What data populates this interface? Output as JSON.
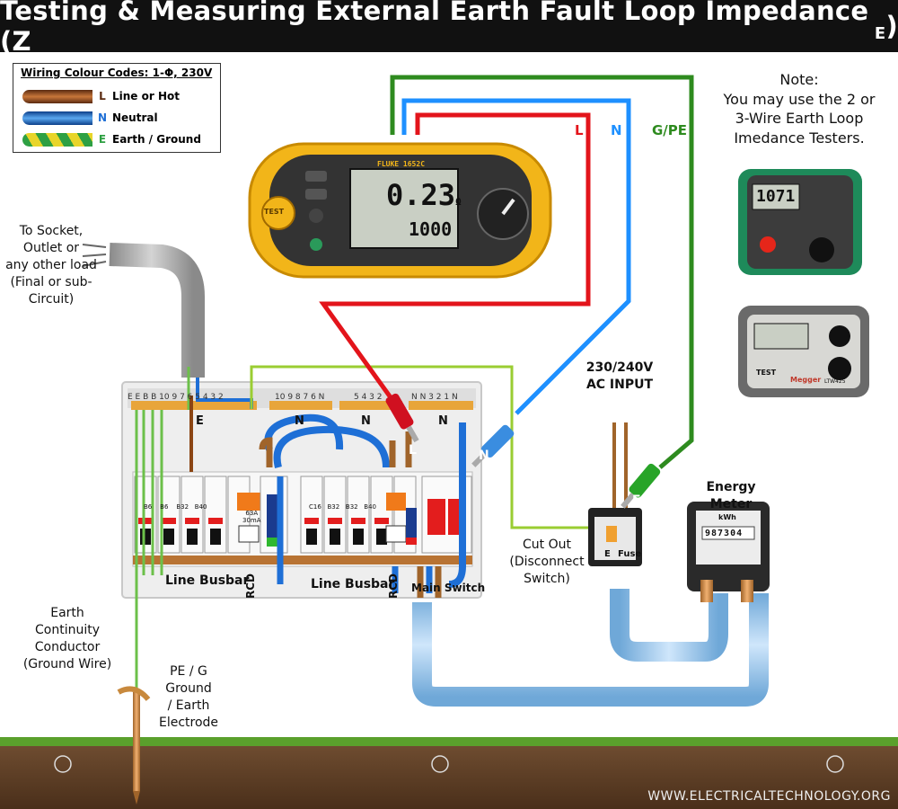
{
  "title": "Testing & Measuring External Earth Fault Loop Impedance (Z",
  "title_sub": "E",
  "title_close": ")",
  "legend": {
    "heading": "Wiring Colour Codes: 1-Φ, 230V",
    "items": [
      {
        "symbol": "L",
        "label": "Line or  Hot",
        "color": "#8b4513"
      },
      {
        "symbol": "N",
        "label": "Neutral",
        "color": "#1f6fd6"
      },
      {
        "symbol": "E",
        "label": "Earth / Ground",
        "color": "#2ea043"
      }
    ]
  },
  "note": {
    "line1": "Note:",
    "line2": "You may use the 2 or",
    "line3": "3-Wire Earth Loop",
    "line4": "Imedance Testers."
  },
  "socket_label": {
    "line1": "To Socket,",
    "line2": "Outlet or",
    "line3": "any other load",
    "line4": "(Final or sub-",
    "line5": "Circuit)"
  },
  "lead_labels": {
    "L": "L",
    "N": "N",
    "GPE": "G/PE"
  },
  "probe_labels": {
    "L": "L",
    "N": "N",
    "E": "E"
  },
  "tester": {
    "brand": "FLUKE",
    "model": "1652C",
    "reading": "0.23",
    "reading_unit": "Ω",
    "secondary": "1000",
    "test_button": "TEST"
  },
  "board": {
    "terminal_row_left": "E E B B 10 9   7 6 5 4 3 2",
    "terminal_row_mid": "10 9 8 7 6 N",
    "terminal_row_mid2": "5 4 3 2",
    "terminal_row_right": "N N 3 2 1 N",
    "e_label": "E",
    "n_label1": "N",
    "n_label2": "N",
    "n_label3": "N",
    "line_busbar_1": "Line Busbar",
    "line_busbar_2": "Line Busbar",
    "rcd_1": "RCD",
    "rcd_2": "RCD",
    "main_switch": "Main Switch",
    "mcbs_left": [
      "B6",
      "B6",
      "B32",
      "B40"
    ],
    "mcbs_right": [
      "C16",
      "B32",
      "B32",
      "B40"
    ],
    "rcd_rating": "63A",
    "rcd_ma": "30mA"
  },
  "ac_input": {
    "line1": "230/240V",
    "line2": "AC INPUT"
  },
  "cut_out": {
    "line1": "Cut Out",
    "line2": "(Disconnect",
    "line3": "Switch)",
    "e": "E",
    "fuse": "Fuse"
  },
  "energy_meter": {
    "label": "Energy Meter",
    "unit": "kWh",
    "reading": "987304"
  },
  "earth_conductor": {
    "line1": "Earth",
    "line2": "Continuity",
    "line3": "Conductor",
    "line4": "(Ground Wire)"
  },
  "electrode": {
    "line1": "PE / G",
    "line2": "Ground",
    "line3": "/ Earth",
    "line4": "Electrode"
  },
  "tester_2": {
    "reading": "1071"
  },
  "tester_3": {
    "brand": "Megger",
    "model": "LTW425",
    "button": "TEST"
  },
  "footer": "WWW.ELECTRICALTECHNOLOGY.ORG",
  "colors": {
    "line": "#e3141b",
    "neutral": "#1e90ff",
    "earth": "#2e8b1f",
    "ground": "#6b4a2f",
    "grass": "#5aa02c"
  }
}
